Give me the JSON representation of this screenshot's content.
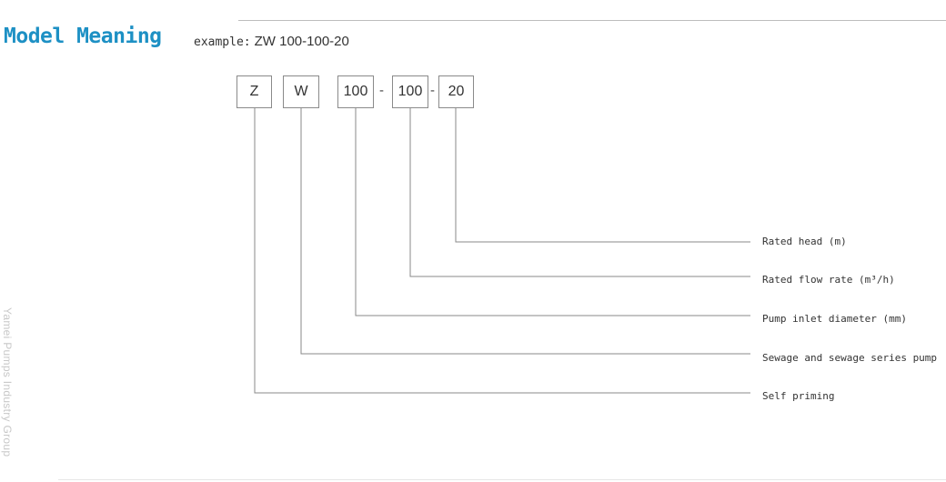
{
  "header": {
    "title": "Model Meaning",
    "example_label": "example:",
    "example_code": "ZW 100-100-20"
  },
  "model": {
    "segments": [
      "Z",
      "W",
      "100",
      "100",
      "20"
    ],
    "separator": "-"
  },
  "meanings": [
    "Rated head (m)",
    "Rated flow rate (m³/h)",
    "Pump inlet diameter (mm)",
    "Sewage and sewage series pump",
    "Self priming"
  ],
  "watermark": "Yamei Pumps Industry Group",
  "colors": {
    "title": "#1d90c4",
    "lines": "#8a8a8a",
    "text": "#333333"
  }
}
